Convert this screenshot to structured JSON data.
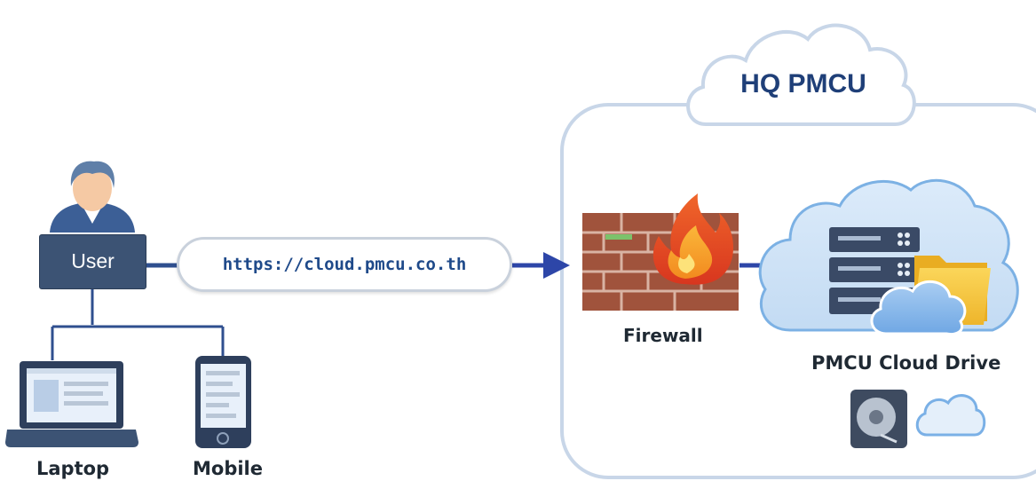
{
  "user": {
    "label": "User"
  },
  "url": {
    "text": "https://cloud.pmcu.co.th"
  },
  "devices": {
    "laptop_label": "Laptop",
    "mobile_label": "Mobile"
  },
  "hq": {
    "title": "HQ PMCU"
  },
  "firewall": {
    "label": "Firewall"
  },
  "cloud_drive": {
    "label": "PMCU Cloud Drive"
  },
  "colors": {
    "connector": "#2f4f8f",
    "arrow": "#2d46a8",
    "user_box": "#3c5374",
    "url_text": "#1f4a8a",
    "hq_title": "#1f3f78",
    "cloud_outline": "#c8d6e8",
    "brick": "#a0533c",
    "folder": "#f2c53d",
    "server": "#3a4a66"
  },
  "icons": [
    "user-avatar-icon",
    "laptop-icon",
    "mobile-icon",
    "firewall-brick-icon",
    "flame-icon",
    "server-icon",
    "folder-icon",
    "cloud-icon",
    "hard-drive-icon"
  ]
}
